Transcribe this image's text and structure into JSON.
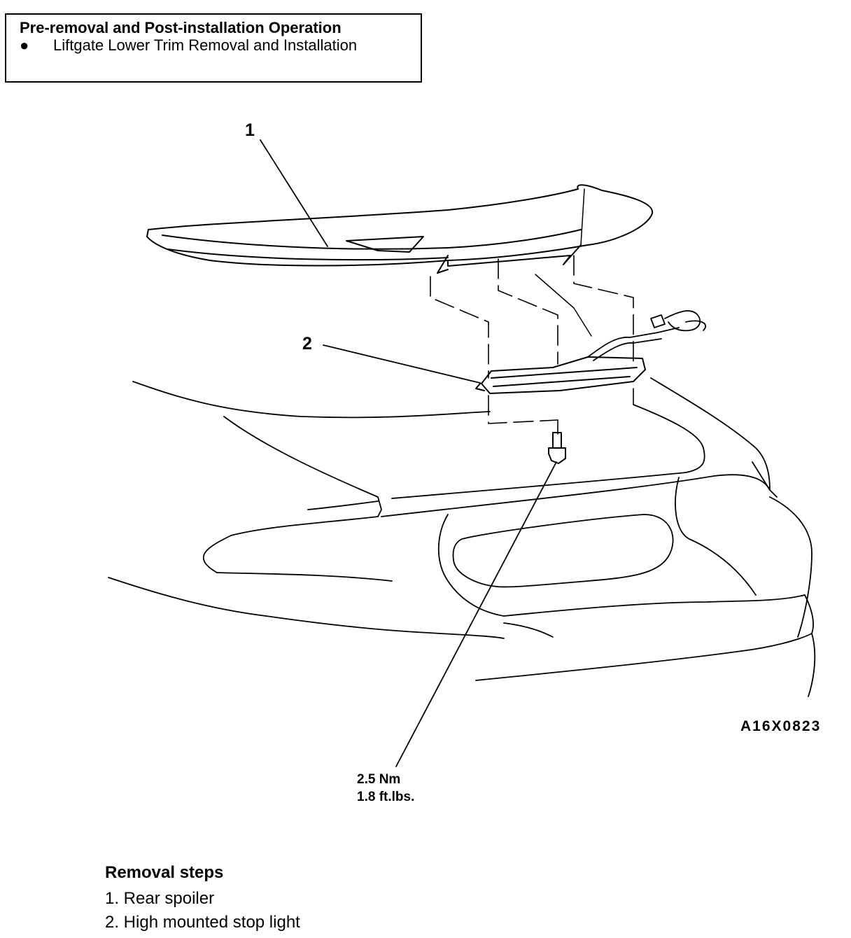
{
  "note": {
    "title": "Pre-removal and Post-installation Operation",
    "bullet": "●",
    "item": "Liftgate Lower Trim Removal and Installation"
  },
  "callouts": {
    "one": "1",
    "two": "2"
  },
  "figure_code": "A16X0823",
  "torque": {
    "metric": "2.5 Nm",
    "imperial": "1.8 ft.lbs."
  },
  "removal": {
    "title": "Removal steps",
    "steps": [
      "1. Rear spoiler",
      "2. High mounted stop light"
    ]
  }
}
